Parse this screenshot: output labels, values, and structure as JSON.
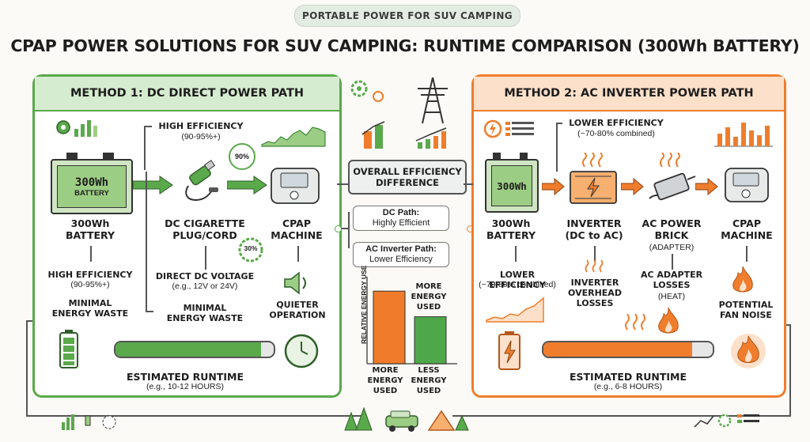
{
  "header": {
    "pill": "PORTABLE POWER FOR SUV CAMPING",
    "title": "CPAP POWER SOLUTIONS FOR SUV CAMPING: RUNTIME COMPARISON (300Wh BATTERY)"
  },
  "method1": {
    "title": "METHOD 1: DC DIRECT POWER PATH",
    "top_note_title": "HIGH EFFICIENCY",
    "top_note_sub": "(90-95%+)",
    "battery_label": "300Wh",
    "battery_sub": "BATTERY",
    "battery_caption": "300Wh\nBATTERY",
    "plug_caption": "DC CIGARETTE\nPLUG/CORD",
    "cpap_caption": "CPAP\nMACHINE",
    "badge_90": "90%",
    "badge_30": "30%",
    "eff_title": "HIGH EFFICIENCY",
    "eff_sub": "(90-95%+)",
    "waste_left": "MINIMAL\nENERGY WASTE",
    "voltage_title": "DIRECT DC VOLTAGE",
    "voltage_sub": "(e.g., 12V or 24V)",
    "waste_mid": "MINIMAL\nENERGY WASTE",
    "quiet": "QUIETER\nOPERATION",
    "runtime_title": "ESTIMATED RUNTIME",
    "runtime_sub": "(e.g., 10-12 HOURS)",
    "runtime_fill": 0.92
  },
  "center": {
    "box": "OVERALL EFFICIENCY\nDIFFERENCE",
    "dc_title": "DC Path:",
    "dc_sub": "Highly Efficient",
    "ac_title": "AC Inverter Path:",
    "ac_sub": "Lower Efficiency",
    "chart_ylabel": "RELATIVE ENERGY USE",
    "bar1_top": "",
    "bar2_top": "MORE\nENERGY\nUSED",
    "bar1_bottom": "MORE\nENERGY\nUSED",
    "bar2_bottom": "LESS\nENERGY\nUSED"
  },
  "method2": {
    "title": "METHOD 2: AC INVERTER POWER PATH",
    "top_note_title": "LOWER EFFICIENCY",
    "top_note_sub": "(~70-80% combined)",
    "battery_label": "300Wh",
    "battery_caption": "300Wh\nBATTERY",
    "inverter_caption": "INVERTER\n(DC to AC)",
    "brick_caption": "AC POWER\nBRICK",
    "brick_sub": "(ADAPTER)",
    "cpap_caption": "CPAP\nMACHINE",
    "eff_title": "LOWER EFFICIENCY",
    "eff_sub": "(~70-80% combined)",
    "inv_loss": "INVERTER\nOVERHEAD\nLOSSES",
    "adapter_loss": "AC ADAPTER\nLOSSES",
    "adapter_loss_sub": "(HEAT)",
    "fan_noise": "POTENTIAL\nFAN NOISE",
    "runtime_title": "ESTIMATED RUNTIME",
    "runtime_sub": "(e.g., 6-8 HOURS)",
    "runtime_fill": 0.88
  },
  "chart_data": {
    "type": "bar",
    "categories": [
      "MORE ENERGY USED",
      "LESS ENERGY USED"
    ],
    "values": [
      0.85,
      0.55
    ],
    "ylabel": "RELATIVE ENERGY USE",
    "colors": [
      "#f07b2a",
      "#4ea84a"
    ]
  },
  "colors": {
    "green": "#5aa94b",
    "orange": "#ef7d2c",
    "dark": "#333333"
  }
}
